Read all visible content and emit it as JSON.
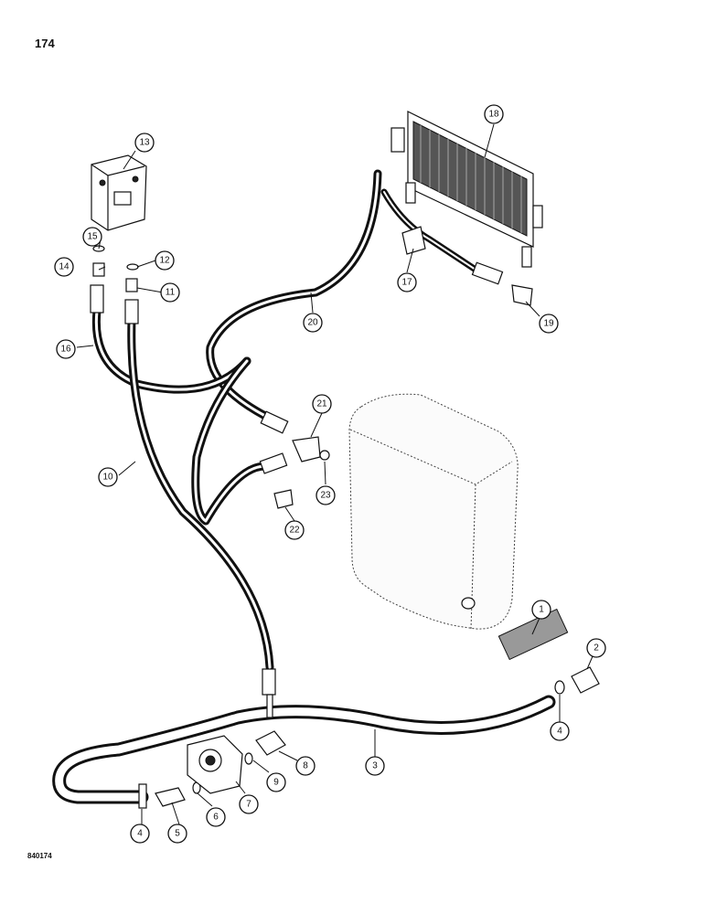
{
  "page": {
    "number": "174",
    "figure_code": "840174"
  },
  "colors": {
    "line": "#111111",
    "background": "#ffffff"
  },
  "callouts": [
    {
      "label": "1"
    },
    {
      "label": "2"
    },
    {
      "label": "3"
    },
    {
      "label": "4"
    },
    {
      "label": "4"
    },
    {
      "label": "5"
    },
    {
      "label": "6"
    },
    {
      "label": "7"
    },
    {
      "label": "8"
    },
    {
      "label": "9"
    },
    {
      "label": "10"
    },
    {
      "label": "11"
    },
    {
      "label": "12"
    },
    {
      "label": "13"
    },
    {
      "label": "14"
    },
    {
      "label": "15"
    },
    {
      "label": "16"
    },
    {
      "label": "17"
    },
    {
      "label": "18"
    },
    {
      "label": "19"
    },
    {
      "label": "20"
    },
    {
      "label": "21"
    },
    {
      "label": "22"
    },
    {
      "label": "23"
    }
  ]
}
